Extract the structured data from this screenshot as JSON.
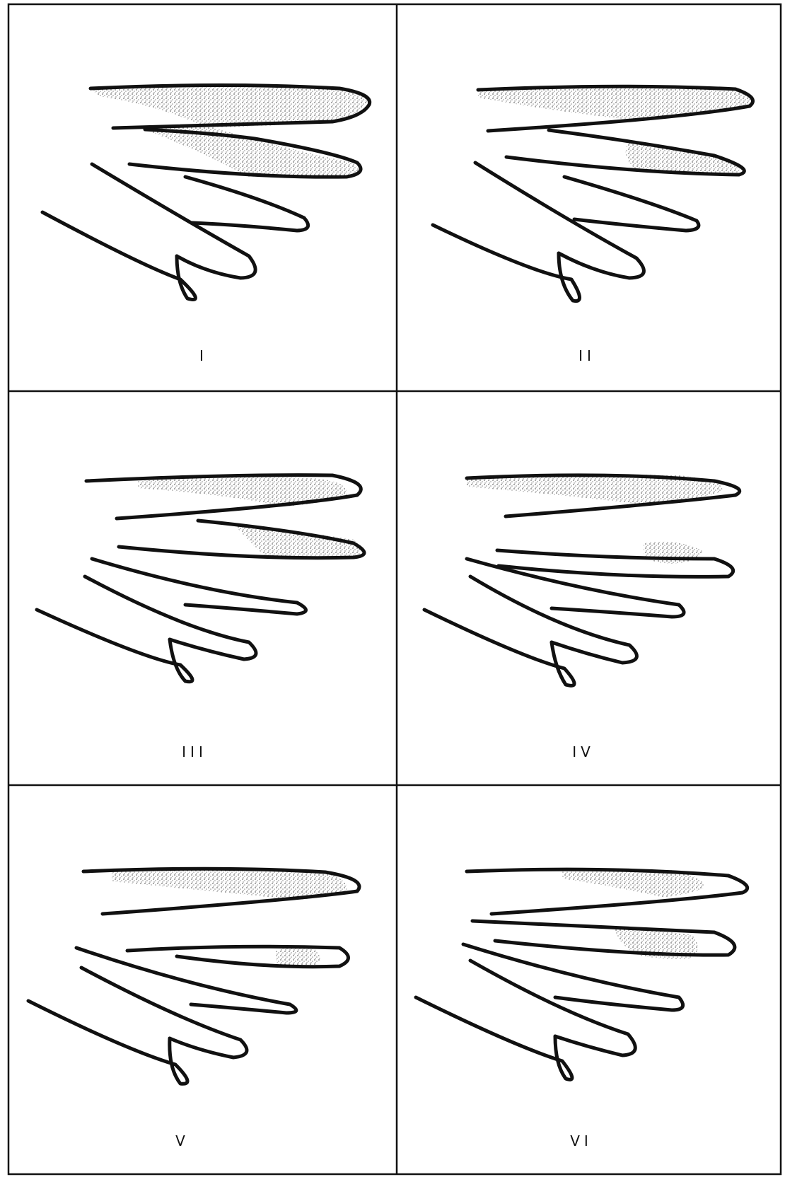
{
  "panels": [
    {
      "label": "I"
    },
    {
      "label": "II"
    },
    {
      "label": "III"
    },
    {
      "label": "IV"
    },
    {
      "label": "V"
    },
    {
      "label": "VI"
    }
  ],
  "colors": {
    "ink": "#111111",
    "stipple": "#8a8a8a",
    "paper": "#ffffff"
  }
}
